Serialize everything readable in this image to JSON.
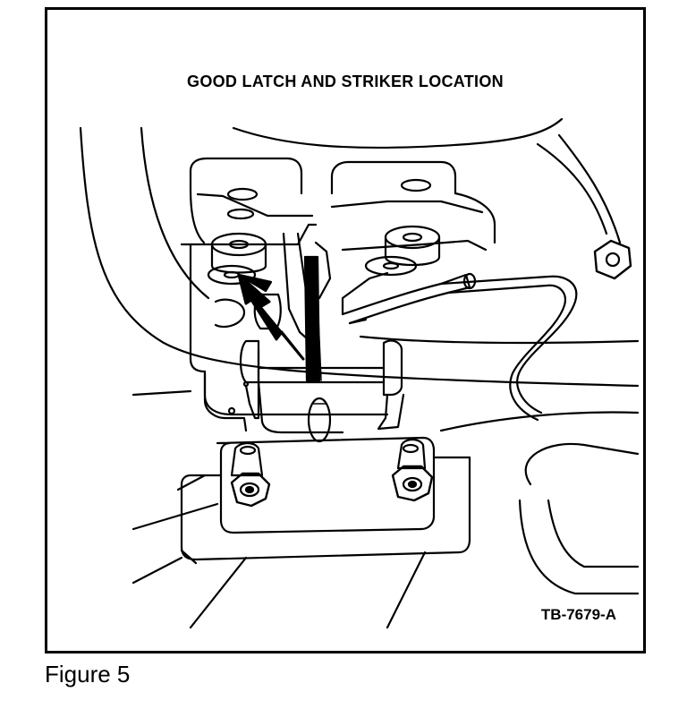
{
  "figure": {
    "title": "GOOD LATCH AND STRIKER LOCATION",
    "code": "TB-7679-A",
    "caption": "Figure 5"
  }
}
